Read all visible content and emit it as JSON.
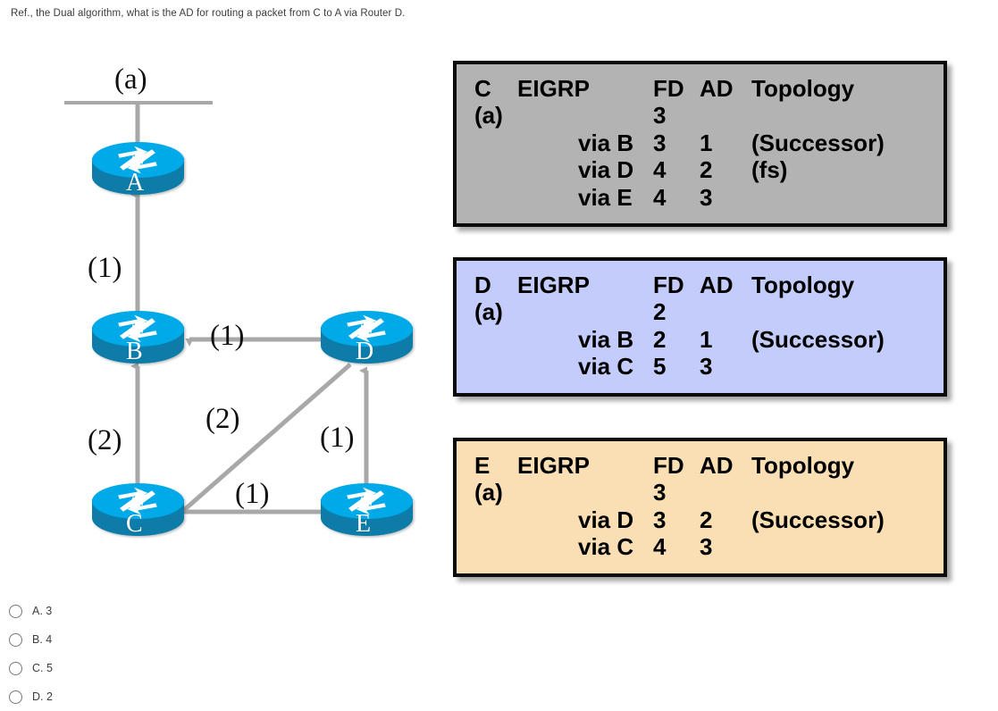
{
  "question": {
    "text": "Ref., the Dual algorithm, what is the AD for routing a packet from C to A via Router D."
  },
  "diagram": {
    "cloud_label": "(a)",
    "routers": [
      {
        "id": "A",
        "label": "A"
      },
      {
        "id": "B",
        "label": "B"
      },
      {
        "id": "C",
        "label": "C"
      },
      {
        "id": "D",
        "label": "D"
      },
      {
        "id": "E",
        "label": "E"
      }
    ],
    "links": [
      {
        "from": "B",
        "to": "A",
        "cost": "(1)"
      },
      {
        "from": "D",
        "to": "B",
        "cost": "(1)"
      },
      {
        "from": "C",
        "to": "B",
        "cost": "(2)"
      },
      {
        "from": "C",
        "to": "D",
        "cost": "(2)"
      },
      {
        "from": "C",
        "to": "E",
        "cost": "(1)"
      },
      {
        "from": "E",
        "to": "D",
        "cost": "(1)"
      }
    ]
  },
  "tables": [
    {
      "router": "C",
      "protocol": "EIGRP",
      "fd_header": "FD",
      "ad_header": "AD",
      "topology_header": "Topology",
      "network": "(a)",
      "network_fd": "3",
      "color": "#b3b3b3",
      "rows": [
        {
          "via": "via B",
          "fd": "3",
          "ad": "1",
          "topology": "(Successor)"
        },
        {
          "via": "via D",
          "fd": "4",
          "ad": "2",
          "topology": "(fs)"
        },
        {
          "via": "via E",
          "fd": "4",
          "ad": "3",
          "topology": ""
        }
      ]
    },
    {
      "router": "D",
      "protocol": "EIGRP",
      "fd_header": "FD",
      "ad_header": "AD",
      "topology_header": "Topology",
      "network": "(a)",
      "network_fd": "2",
      "color": "#c3ccfa",
      "rows": [
        {
          "via": "via B",
          "fd": "2",
          "ad": "1",
          "topology": "(Successor)"
        },
        {
          "via": "via C",
          "fd": "5",
          "ad": "3",
          "topology": ""
        }
      ]
    },
    {
      "router": "E",
      "protocol": "EIGRP",
      "fd_header": "FD",
      "ad_header": "AD",
      "topology_header": "Topology",
      "network": "(a)",
      "network_fd": "3",
      "color": "#fadfb4",
      "rows": [
        {
          "via": "via D",
          "fd": "3",
          "ad": "2",
          "topology": "(Successor)"
        },
        {
          "via": "via C",
          "fd": "4",
          "ad": "3",
          "topology": ""
        }
      ]
    }
  ],
  "options": [
    {
      "label": "A. 3"
    },
    {
      "label": "B. 4"
    },
    {
      "label": "C. 5"
    },
    {
      "label": "D. 2"
    }
  ],
  "colors": {
    "router_top": "#00a9e8",
    "router_body": "#0a7ba8",
    "link": "#a8a8a8",
    "table_border": "#0b0b0b"
  }
}
